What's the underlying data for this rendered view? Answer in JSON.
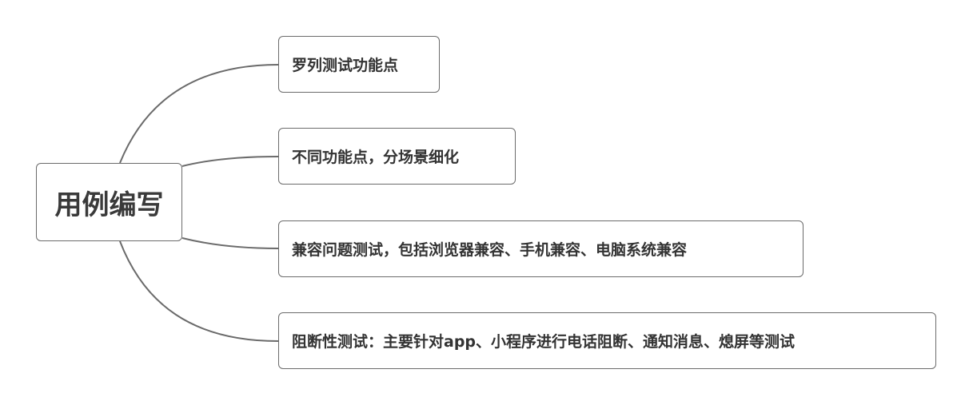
{
  "mindmap": {
    "root": {
      "label": "用例编写"
    },
    "branches": [
      {
        "label": "罗列测试功能点"
      },
      {
        "label": "不同功能点，分场景细化"
      },
      {
        "label": "兼容问题测试，包括浏览器兼容、手机兼容、电脑系统兼容"
      },
      {
        "label": "阻断性测试：主要针对app、小程序进行电话阻断、通知消息、熄屏等测试"
      }
    ]
  },
  "colors": {
    "line": "#6b6b6b",
    "border": "#6b6b6b",
    "text": "#333333",
    "background": "#ffffff"
  }
}
